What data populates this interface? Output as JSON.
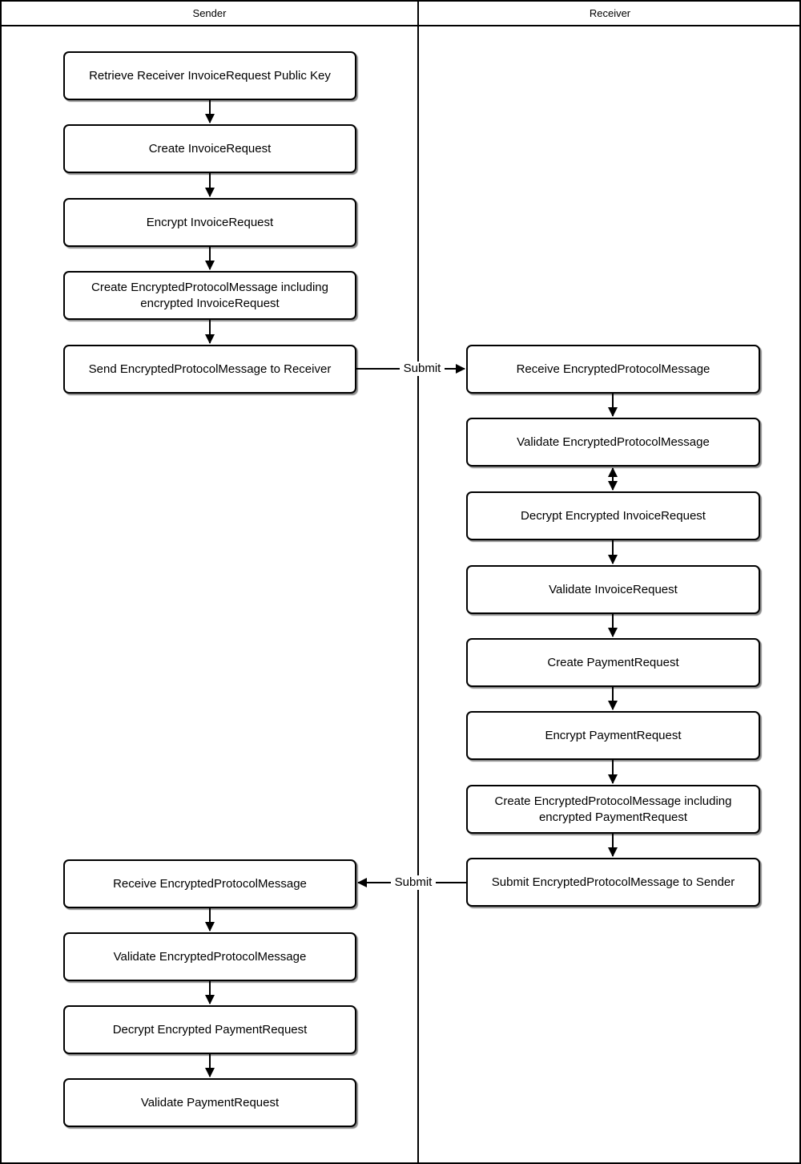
{
  "lanes": [
    {
      "title": "Sender",
      "nodes": [
        {
          "label": "Retrieve Receiver InvoiceRequest Public Key"
        },
        {
          "label": "Create InvoiceRequest"
        },
        {
          "label": "Encrypt InvoiceRequest"
        },
        {
          "label": "Create EncryptedProtocolMessage including encrypted InvoiceRequest"
        },
        {
          "label": "Send EncryptedProtocolMessage to Receiver"
        },
        {
          "label": "Receive EncryptedProtocolMessage"
        },
        {
          "label": "Validate EncryptedProtocolMessage"
        },
        {
          "label": "Decrypt Encrypted PaymentRequest"
        },
        {
          "label": "Validate PaymentRequest"
        }
      ]
    },
    {
      "title": "Receiver",
      "nodes": [
        {
          "label": "Receive EncryptedProtocolMessage"
        },
        {
          "label": "Validate EncryptedProtocolMessage"
        },
        {
          "label": "Decrypt Encrypted InvoiceRequest"
        },
        {
          "label": "Validate InvoiceRequest"
        },
        {
          "label": "Create PaymentRequest"
        },
        {
          "label": "Encrypt PaymentRequest"
        },
        {
          "label": "Create EncryptedProtocolMessage including encrypted PaymentRequest"
        },
        {
          "label": "Submit EncryptedProtocolMessage to Sender"
        }
      ]
    }
  ],
  "connectors": [
    {
      "label": "Submit"
    },
    {
      "label": "Submit"
    }
  ],
  "colors": {
    "stroke": "#000000",
    "node_fill": "#ffffff",
    "background": "#ffffff",
    "text": "#000000"
  }
}
